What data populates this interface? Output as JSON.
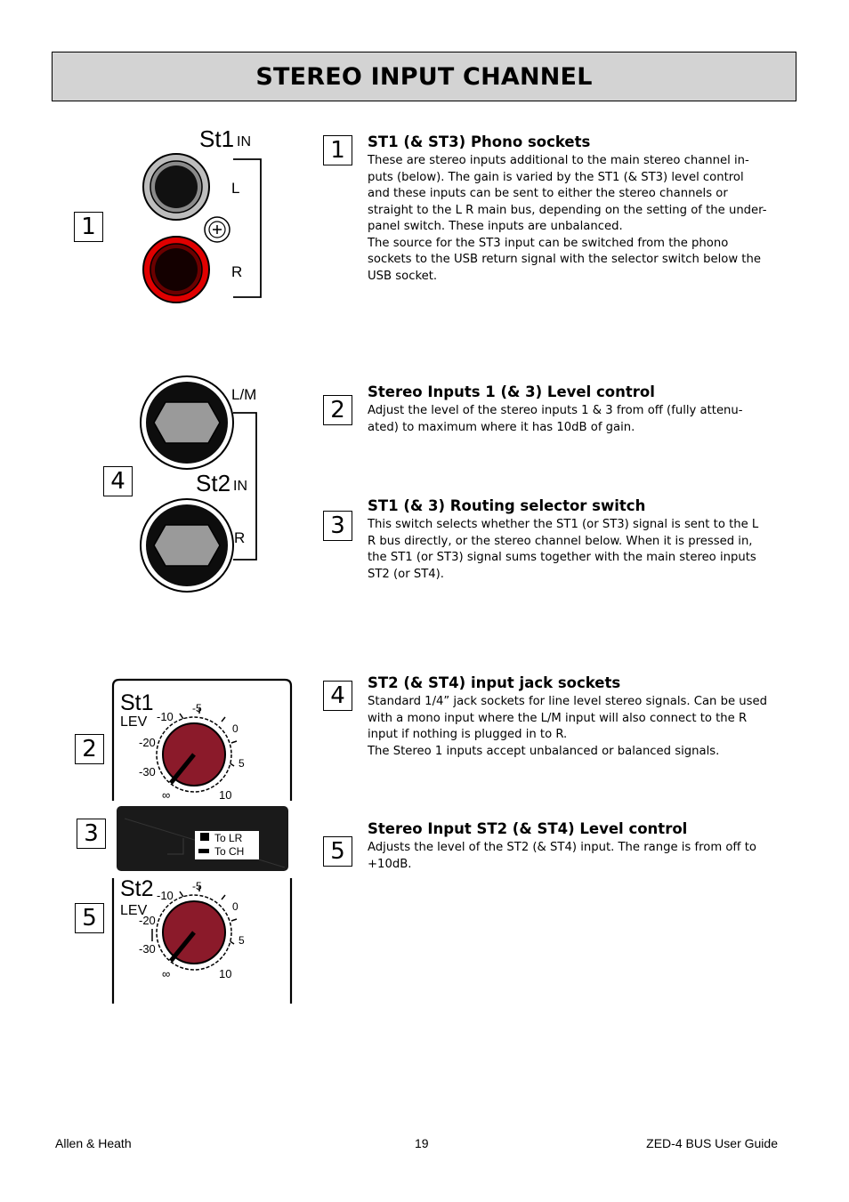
{
  "header": {
    "title": "STEREO INPUT CHANNEL"
  },
  "panel": {
    "st1_in_label": "St1",
    "st1_in_sub": "IN",
    "left_label": "L",
    "right_label": "R",
    "lm_label": "L/M",
    "st2_in_label": "St2",
    "st2_in_sub": "IN",
    "st2_right_label": "R",
    "knob1": {
      "name": "St1",
      "sub": "LEV",
      "scale": [
        "-5",
        "-10",
        "0",
        "-20",
        "5",
        "-30",
        "∞",
        "10"
      ]
    },
    "switch": {
      "option1": "To LR",
      "option2": "To CH"
    },
    "knob2": {
      "name": "St2",
      "sub": "LEV",
      "scale": [
        "-5",
        "-10",
        "0",
        "-20",
        "5",
        "-30",
        "∞",
        "10"
      ]
    }
  },
  "left_markers": [
    "1",
    "4",
    "2",
    "3",
    "5"
  ],
  "sections": [
    {
      "number": "1",
      "heading": "ST1 (& ST3) Phono sockets",
      "lines": [
        "These are stereo inputs additional  to the main stereo channel in-",
        "puts (below). The gain is varied by the ST1 (& ST3) level control",
        "and these inputs can be sent to either the stereo channels or",
        "straight to the L R main bus, depending on the setting of the under-",
        "panel switch. These inputs are unbalanced.",
        "The source for the ST3 input can be switched from the phono",
        "sockets to the USB return signal with the selector switch below the",
        "USB socket."
      ]
    },
    {
      "number": "2",
      "heading": "Stereo Inputs 1 (& 3) Level control",
      "lines": [
        "Adjust the level of the stereo inputs 1 & 3 from off (fully attenu-",
        "ated) to maximum where it has 10dB of gain."
      ]
    },
    {
      "number": "3",
      "heading": "ST1 (& 3) Routing selector switch",
      "lines": [
        "This switch selects whether the ST1 (or ST3) signal is sent to the L",
        "R bus directly, or the stereo channel below. When it is pressed in,",
        "the ST1 (or ST3) signal sums together with the main stereo inputs",
        "ST2 (or ST4)."
      ]
    },
    {
      "number": "4",
      "heading": "ST2 (& ST4) input jack sockets",
      "lines": [
        "Standard 1/4” jack sockets for line level stereo signals. Can be used",
        "with a mono input where the L/M input will also connect to the R",
        "input if nothing is plugged in to R.",
        "The Stereo 1 inputs accept unbalanced or balanced signals."
      ]
    },
    {
      "number": "5",
      "heading": "Stereo Input  ST2 (& ST4) Level control",
      "lines": [
        "Adjusts the level of the ST2 (& ST4) input. The range is from off to",
        "+10dB."
      ]
    }
  ],
  "footer": {
    "left": "Allen & Heath",
    "center": "19",
    "right": "ZED-4 BUS User Guide"
  }
}
